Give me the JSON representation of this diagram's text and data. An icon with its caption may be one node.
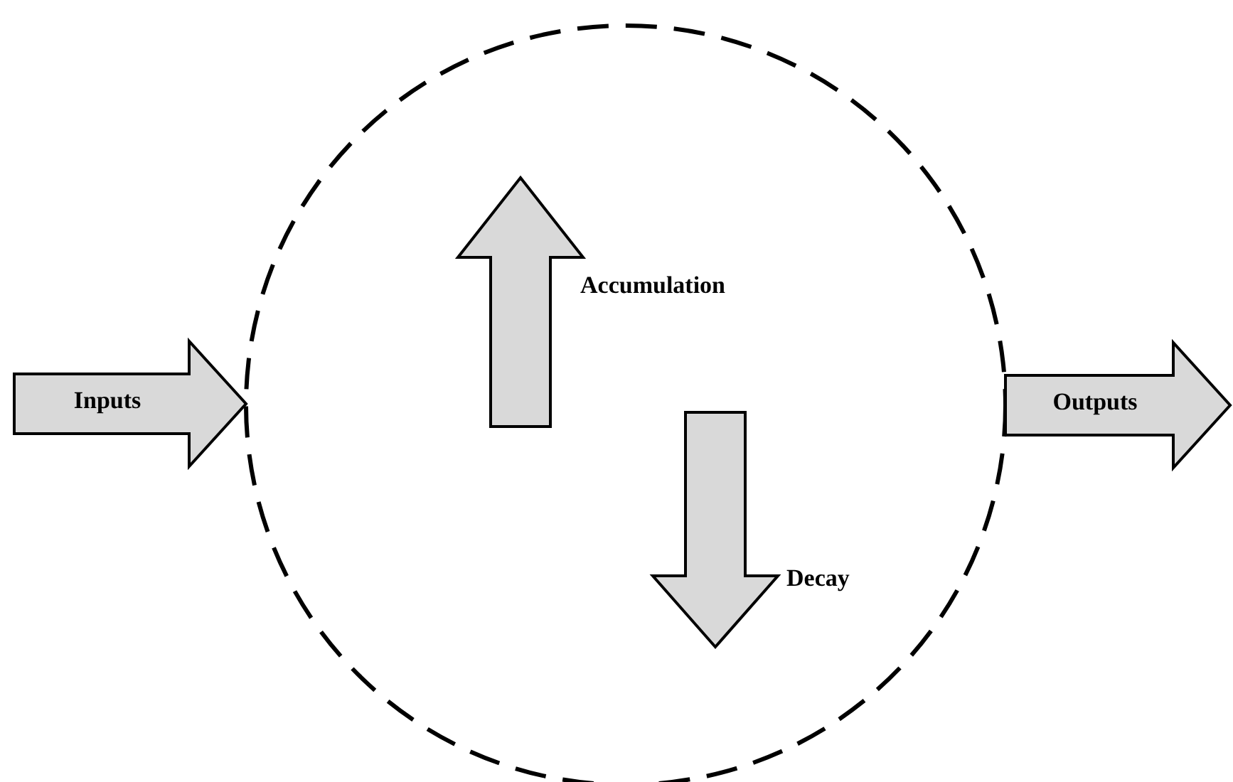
{
  "diagram": {
    "nodes": [
      {
        "text": [],
        "shape": "circle"
      },
      {
        "text": [
          "Inputs"
        ]
      },
      {
        "text": [
          "Outputs"
        ]
      },
      {
        "text": [],
        "shape": "arrow",
        "beside": [
          "Accumulation"
        ],
        "in": 0
      },
      {
        "text": [],
        "shape": "arrow",
        "beside": [
          "Decay"
        ],
        "in": 0
      }
    ]
  }
}
